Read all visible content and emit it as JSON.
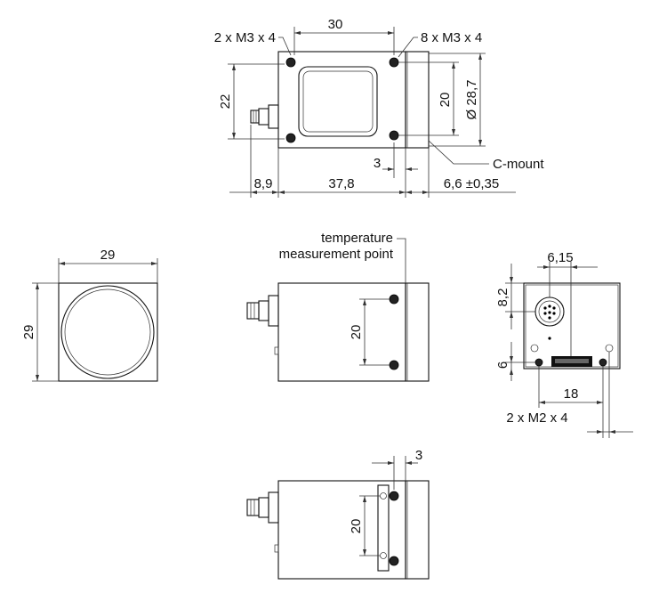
{
  "labels": {
    "top_screws": "2 x M3 x 4",
    "top_width_30": "30",
    "side_screws": "8 x M3 x 4",
    "height_22": "22",
    "hole_spacing_20_top": "20",
    "diameter_28_7": "Ø 28,7",
    "offset_3_top": "3",
    "c_mount": "C-mount",
    "connector_8_9": "8,9",
    "body_37_8": "37,8",
    "flange_6_6": "6,6 ±0,35",
    "front_width_29": "29",
    "front_height_29": "29",
    "temp_line1": "temperature",
    "temp_line2": "measurement point",
    "hole_spacing_20_side": "20",
    "rear_6_15": "6,15",
    "rear_8_2": "8,2",
    "rear_6": "6",
    "rear_18": "18",
    "rear_screws": "2 x M2 x 4",
    "bottom_3": "3",
    "hole_spacing_20_bottom": "20"
  }
}
